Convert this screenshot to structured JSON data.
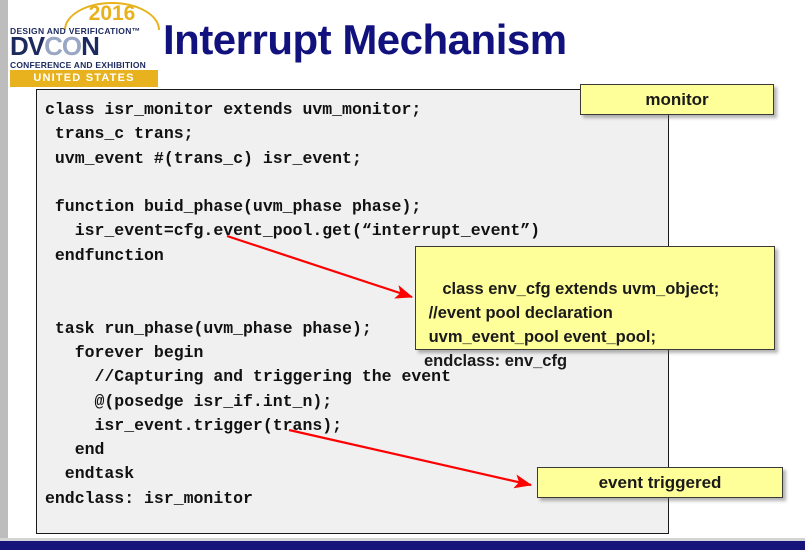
{
  "slide": {
    "title": "Interrupt Mechanism",
    "logo": {
      "year": "2016",
      "line1": "DESIGN AND VERIFICATION™",
      "brand_dv": "DV",
      "brand_co": "CO",
      "brand_n": "N",
      "line2": "CONFERENCE AND EXHIBITION",
      "region": "UNITED STATES"
    },
    "code": "class isr_monitor extends uvm_monitor;\n trans_c trans;\n uvm_event #(trans_c) isr_event;\n\n function buid_phase(uvm_phase phase);\n   isr_event=cfg.event_pool.get(“interrupt_event”)\n endfunction\n\n\n task run_phase(uvm_phase phase);\n   forever begin\n     //Capturing and triggering the event\n     @(posedge isr_if.int_n);\n     isr_event.trigger(trans);\n   end\n  endtask\nendclass: isr_monitor",
    "callouts": {
      "monitor": "monitor",
      "event_triggered": "event triggered",
      "env_cfg": "class env_cfg extends uvm_object;\n //event pool declaration\n uvm_event_pool event_pool;\nendclass: env_cfg"
    },
    "colors": {
      "title_blue": "#12127e",
      "logo_gold": "#e8b21f",
      "logo_navy": "#1c2a5e",
      "callout_yellow": "#ffff99",
      "arrow_red": "#ff0000",
      "code_bg": "#f0f0f0",
      "bottom_bar": "#14147a"
    }
  }
}
